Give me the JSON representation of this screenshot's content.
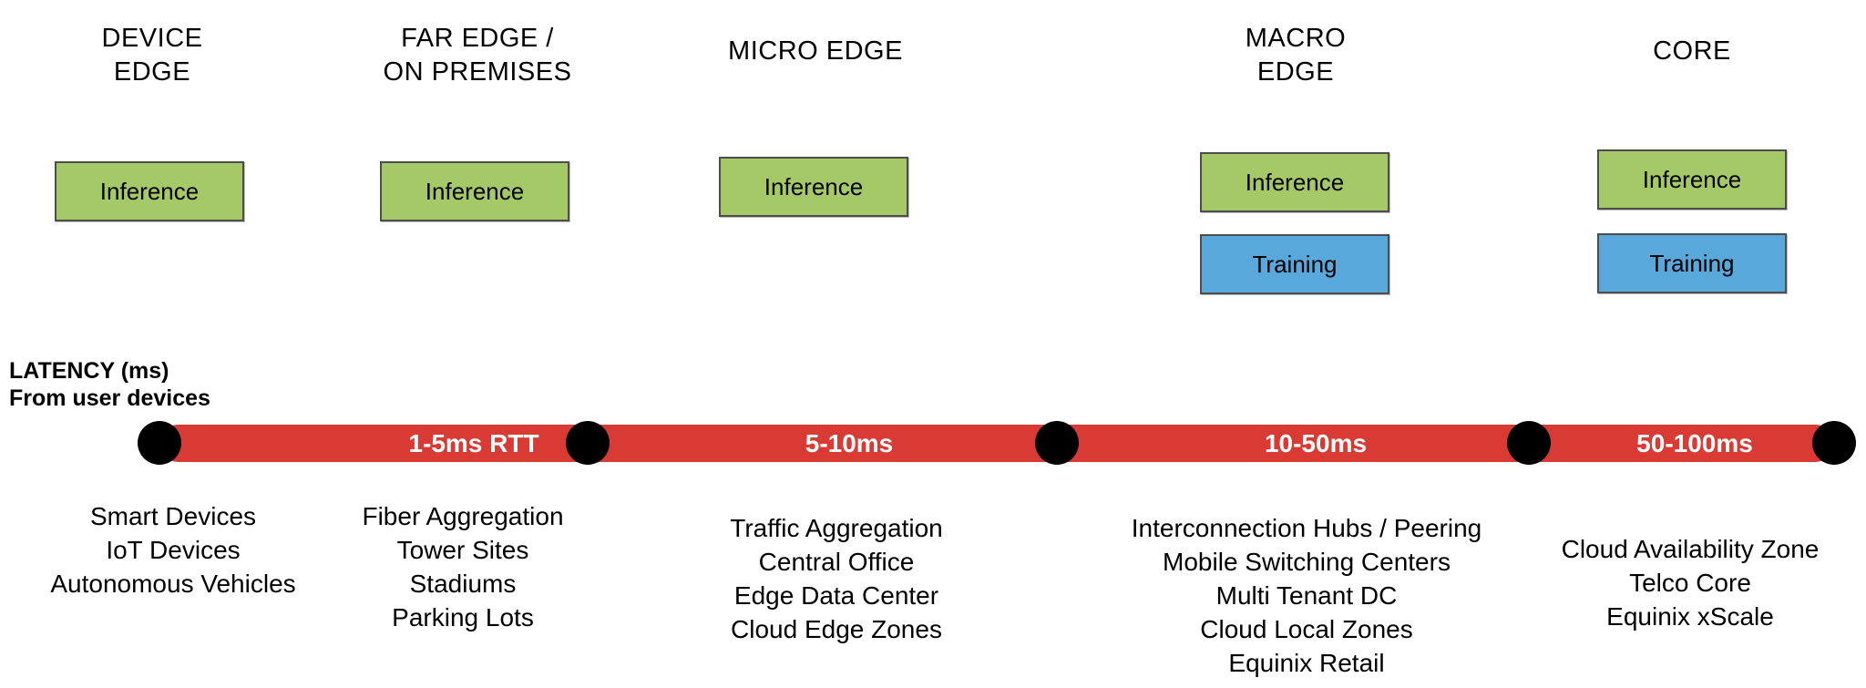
{
  "diagram": {
    "columns": [
      {
        "id": "device-edge",
        "title_lines": [
          "DEVICE",
          "EDGE"
        ],
        "boxes": [
          "Inference"
        ],
        "examples": [
          "Smart Devices",
          "IoT Devices",
          "Autonomous Vehicles"
        ]
      },
      {
        "id": "far-edge-on-premises",
        "title_lines": [
          "FAR EDGE /",
          "ON PREMISES"
        ],
        "boxes": [
          "Inference"
        ],
        "examples": [
          "Fiber Aggregation",
          "Tower Sites",
          "Stadiums",
          "Parking Lots"
        ]
      },
      {
        "id": "micro-edge",
        "title_lines": [
          "MICRO EDGE"
        ],
        "boxes": [
          "Inference"
        ],
        "examples": [
          "Traffic Aggregation",
          "Central Office",
          "Edge Data Center",
          "Cloud Edge Zones"
        ]
      },
      {
        "id": "macro-edge",
        "title_lines": [
          "MACRO",
          "EDGE"
        ],
        "boxes": [
          "Inference",
          "Training"
        ],
        "examples": [
          "Interconnection Hubs / Peering",
          "Mobile Switching Centers",
          "Multi Tenant DC",
          "Cloud Local Zones",
          "Equinix Retail"
        ]
      },
      {
        "id": "core",
        "title_lines": [
          "CORE"
        ],
        "boxes": [
          "Inference",
          "Training"
        ],
        "examples": [
          "Cloud Availability Zone",
          "Telco Core",
          "Equinix xScale"
        ]
      }
    ],
    "latency_axis": {
      "label_line1": "LATENCY (ms)",
      "label_line2": "From user devices",
      "segments": [
        "1-5ms RTT",
        "5-10ms",
        "10-50ms",
        "50-100ms"
      ]
    },
    "colors": {
      "inference_green": "#A4C966",
      "training_blue": "#58A8DC",
      "bar_red": "#D93A33",
      "dot_black": "#000000"
    }
  }
}
